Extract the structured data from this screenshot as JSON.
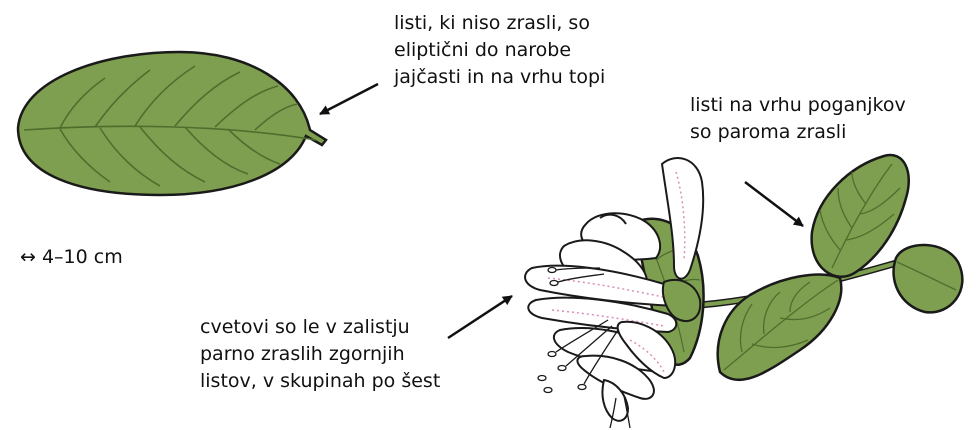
{
  "labels": {
    "leaf_shape": [
      "listi, ki niso zrasli, so",
      "eliptični do narobe",
      "jajčasti in na vrhu topi"
    ],
    "upper_leaves": [
      "listi na vrhu poganjkov",
      "so paroma zrasli"
    ],
    "flowers": [
      "cvetovi so le v zalistju",
      "parno zraslih zgornjih",
      "listov, v skupinah po šest"
    ],
    "size": "↔ 4–10 cm"
  },
  "colors": {
    "leaf_fill": "#7e9f4f",
    "leaf_outline": "#1a1a1a",
    "vein": "#4f6e2e",
    "petal": "#ffffff",
    "petal_tint": "#d98fb8"
  }
}
